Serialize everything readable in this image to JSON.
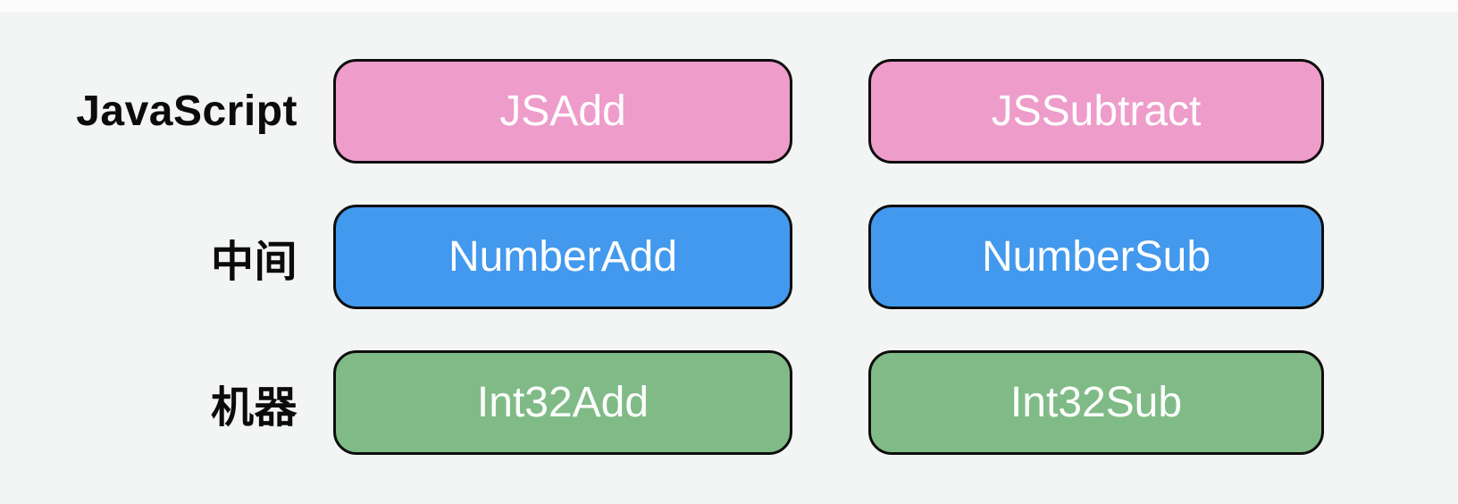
{
  "colors": {
    "pink": "#ee9cca",
    "blue": "#4299ee",
    "green": "#80bb87",
    "border": "#0d0d0d",
    "background": "#f3f5f4",
    "top_strip": "#fbfcfb",
    "label_text": "#0b0b0b",
    "box_text": "#ffffff"
  },
  "diagram": {
    "rows": [
      {
        "label": "JavaScript",
        "color_key": "pink",
        "boxes": [
          "JSAdd",
          "JSSubtract"
        ]
      },
      {
        "label": "中间",
        "color_key": "blue",
        "boxes": [
          "NumberAdd",
          "NumberSub"
        ]
      },
      {
        "label": "机器",
        "color_key": "green",
        "boxes": [
          "Int32Add",
          "Int32Sub"
        ]
      }
    ]
  }
}
